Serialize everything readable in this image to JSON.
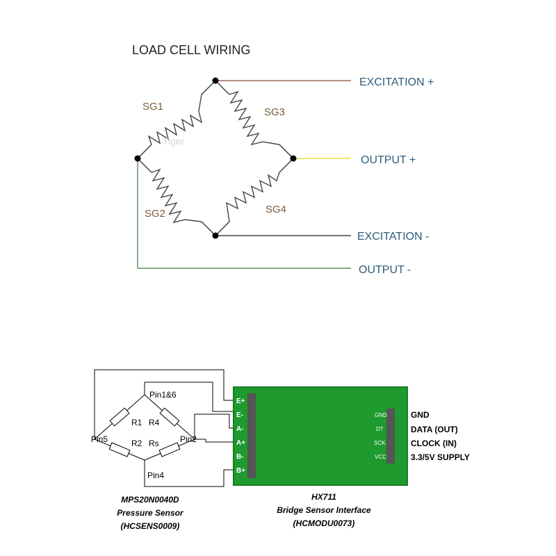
{
  "top": {
    "title": "LOAD CELL WIRING",
    "gauges": [
      "SG1",
      "SG3",
      "SG2",
      "SG4"
    ],
    "outputs": {
      "exc_plus": "EXCITATION +",
      "out_plus": "OUTPUT +",
      "exc_minus": "EXCITATION -",
      "out_minus": "OUTPUT -"
    },
    "watermark": "Tiger",
    "colors": {
      "exc_plus_wire": "#8b4a3a",
      "out_plus_wire": "#e6e04a",
      "exc_minus_wire": "#222222",
      "out_minus_wire": "#3a7a3a",
      "label": "#2b5d7a",
      "gauge_label": "#7a5a3a"
    }
  },
  "bottom": {
    "resistors": [
      "R1",
      "R4",
      "R2",
      "Rs"
    ],
    "pins": [
      "Pin1&6",
      "Pin5",
      "Pin2",
      "Pin4"
    ],
    "board_left_pins": [
      "E+",
      "E-",
      "A-",
      "A+",
      "B-",
      "B+"
    ],
    "board_right_pins": [
      "GND",
      "DT",
      "SCK",
      "VCC"
    ],
    "side_labels": [
      "GND",
      "DATA (OUT)",
      "CLOCK (IN)",
      "3.3/5V SUPPLY"
    ],
    "sensor_caption": [
      "MPS20N0040D",
      "Pressure Sensor",
      "(HCSENS0009)"
    ],
    "board_caption": [
      "HX711",
      "Bridge Sensor Interface",
      "(HCMODU0073)"
    ],
    "colors": {
      "board": "#1e9a2e",
      "board_border": "#1a7a26",
      "header": "#555555"
    }
  }
}
